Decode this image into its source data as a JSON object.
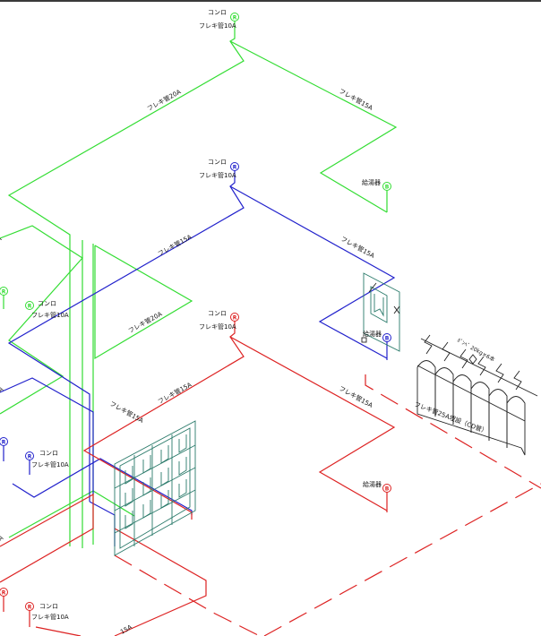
{
  "labels": {
    "stove": "コンロ",
    "flex_10a": "フレキ管10A",
    "flex_15a": "フレキ管15A",
    "flex_20a": "フレキ管20A",
    "water_heater": "給湯器",
    "buried_pipe": "フレキ管25A埋設（CD管）",
    "cylinder": "ﾎﾞﾝﾍﾞ 20kg×6本",
    "marker_r": "R",
    "marker_b": "B",
    "partial_15a": "15A",
    "partial_5a": "5A",
    "partial_a": "A"
  },
  "colors": {
    "green_line": "#33dd33",
    "blue_line": "#2222cc",
    "red_line": "#dd2222",
    "teal_equipment": "#2a7a6a",
    "background": "#ffffff"
  }
}
